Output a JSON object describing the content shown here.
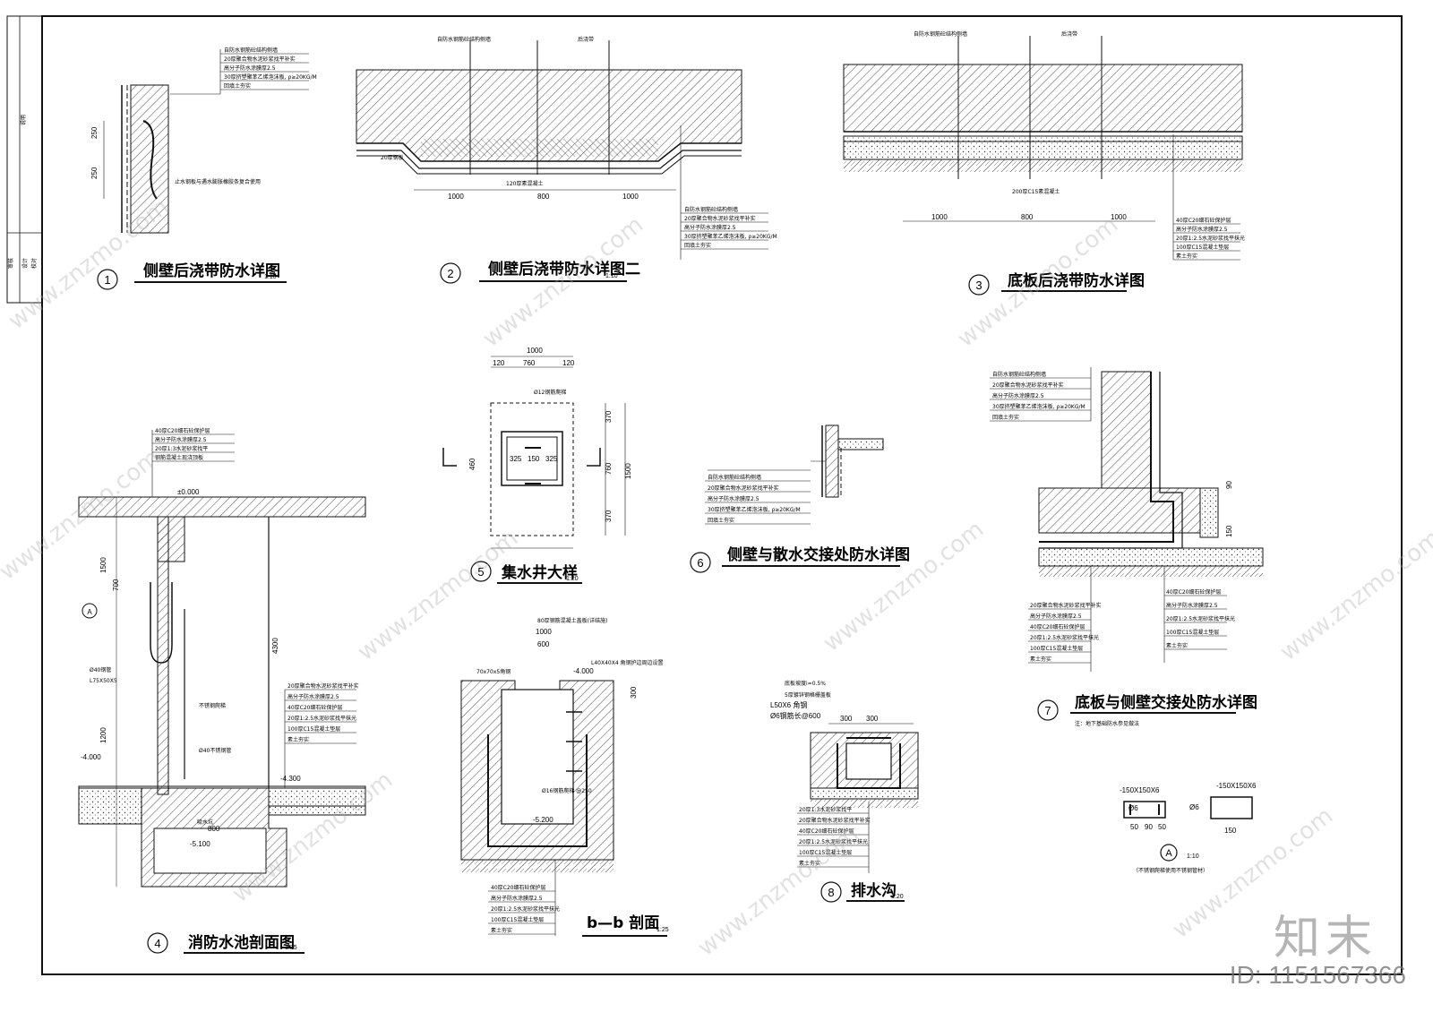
{
  "details": [
    {
      "num": "1",
      "title": "侧壁后浇带防水详图",
      "scale": "1:10"
    },
    {
      "num": "2",
      "title": "侧壁后浇带防水详图二",
      "scale": "1:10"
    },
    {
      "num": "3",
      "title": "底板后浇带防水详图",
      "scale": ""
    },
    {
      "num": "4",
      "title": "消防水池剖面图",
      "scale": "1:25"
    },
    {
      "num": "5",
      "title": "集水井大样",
      "scale": "1:20"
    },
    {
      "num": "6",
      "title": "侧壁与散水交接处防水详图",
      "scale": ""
    },
    {
      "num": "7",
      "title": "底板与侧壁交接处防水详图",
      "scale": ""
    },
    {
      "num": "8",
      "title": "排水沟",
      "scale": "1:20"
    }
  ],
  "section_bb": {
    "title": "b—b 剖面",
    "scale": "1:25"
  },
  "detail_a": {
    "label": "A",
    "scale": "1:10",
    "note": "（不锈钢爬梯使用不锈钢管材）"
  },
  "dims": {
    "d1000": "1000",
    "d800": "800",
    "d250": "250",
    "d760": "760",
    "d120": "120",
    "d325": "325",
    "d150": "150",
    "d1500": "1500",
    "d370": "370",
    "d460": "460",
    "d4300": "4300",
    "d600": "600",
    "d300": "300",
    "d700": "700",
    "d1200": "1200"
  },
  "elevations": {
    "pm0": "±0.000",
    "m4000": "-4.000",
    "m4300": "-4.300",
    "m5100": "-5.100",
    "m5200": "-5.200"
  },
  "layers_wall": [
    "自防水钢筋砼结构侧墙",
    "20厚聚合物水泥砂浆找平补实",
    "高分子防水涂膜厚2.5",
    "30厚挤塑聚苯乙烯泡沫板, ρ≥20KG/M",
    "回填土夯实"
  ],
  "layers_floor": [
    "40厚C20细石砼保护层",
    "高分子防水涂膜厚2.5",
    "20厚1:2.5水泥砂浆找平抹光",
    "100厚C15混凝土垫层",
    "素土夯实"
  ],
  "layers_pool_top": [
    "40厚C20细石砼保护层",
    "高分子防水涂膜厚2.5",
    "20厚1:3水泥砂浆找平",
    "钢筋混凝土现浇顶板"
  ],
  "labels": {
    "post_pour": "后浇带",
    "water_stop": "止水钢板与遇水膨胀橡胶条复合使用",
    "steel_plate": "20厚钢板",
    "cushion": "120厚素混凝土",
    "c15": "200厚C15素混凝土",
    "ladder": "不锈钢爬梯",
    "pipe": "Ø40不锈钢管",
    "angle": "L75X50X5",
    "phi40": "Ø40钢管",
    "sump": "吸水坑",
    "phi12": "Ø12钢筋爬梯",
    "l40": "L40X40X4 角钢护边周边设置",
    "l70": "70x70x5角钢",
    "phi16": "Ø16钢筋爬梯 @250",
    "cover": "80厚钢筋混凝土盖板(详结施)",
    "drain_slope": "底板坡度i=0.5%",
    "drain_grate": "5厚镀锌钢格栅盖板",
    "drain_angle": "L50X6 角钢",
    "drain_bar": "Ø6钢筋长@600",
    "detail_a_spec": "-150X150X6",
    "phi6": "Ø6",
    "dim_a1": "50",
    "dim_a2": "90",
    "dim_a3": "150",
    "flashing": "注：地下基础防水参见做法"
  },
  "watermark": {
    "brand": "知末",
    "id": "ID: 1151567366",
    "site": "www.znzmo.com"
  },
  "revision_block": [
    "说明",
    "审核",
    "设计",
    "校对"
  ]
}
